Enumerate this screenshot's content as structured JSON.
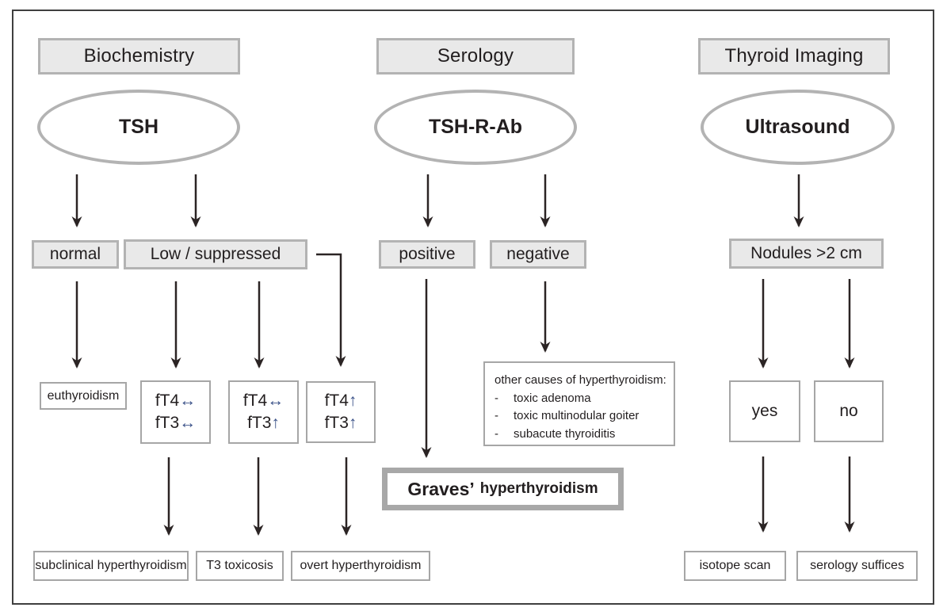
{
  "colors": {
    "arrow": "#2b2424",
    "trend_arrow": "#3a5188",
    "box_fill": "#e9e9e9",
    "box_border": "#b3b3b3",
    "thin_border": "#a6a6a6",
    "graves_border": "#a8a8a8",
    "frame_border": "#3f3f3f"
  },
  "biochemistry": {
    "header": "Biochemistry",
    "test": "TSH",
    "result_normal": "normal",
    "result_low": "Low / suppressed",
    "euthyroidism": "euthyroidism",
    "ft_boxes": [
      {
        "t4": "fT4",
        "t4_arrow": "↔",
        "t3": "fT3",
        "t3_arrow": "↔"
      },
      {
        "t4": "fT4",
        "t4_arrow": "↔",
        "t3": "fT3",
        "t3_arrow": "↑"
      },
      {
        "t4": "fT4",
        "t4_arrow": "↑",
        "t3": "fT3",
        "t3_arrow": "↑"
      }
    ],
    "outcome_subclinical": "subclinical hyperthyroidism",
    "outcome_t3_toxicosis": "T3 toxicosis",
    "outcome_overt": "overt hyperthyroidism"
  },
  "serology": {
    "header": "Serology",
    "test": "TSH-R-Ab",
    "result_positive": "positive",
    "result_negative": "negative",
    "other_causes_title": "other causes of hyperthyroidism:",
    "bullet": "-",
    "other_causes": [
      "toxic adenoma",
      "toxic multinodular goiter",
      "subacute thyroiditis"
    ],
    "graves_name": "Graves’",
    "graves_rest": "hyperthyroidism"
  },
  "imaging": {
    "header": "Thyroid Imaging",
    "test": "Ultrasound",
    "result_nodules": "Nodules >2 cm",
    "yes": "yes",
    "no": "no",
    "outcome_isotope": "isotope scan",
    "outcome_serology": "serology suffices"
  }
}
